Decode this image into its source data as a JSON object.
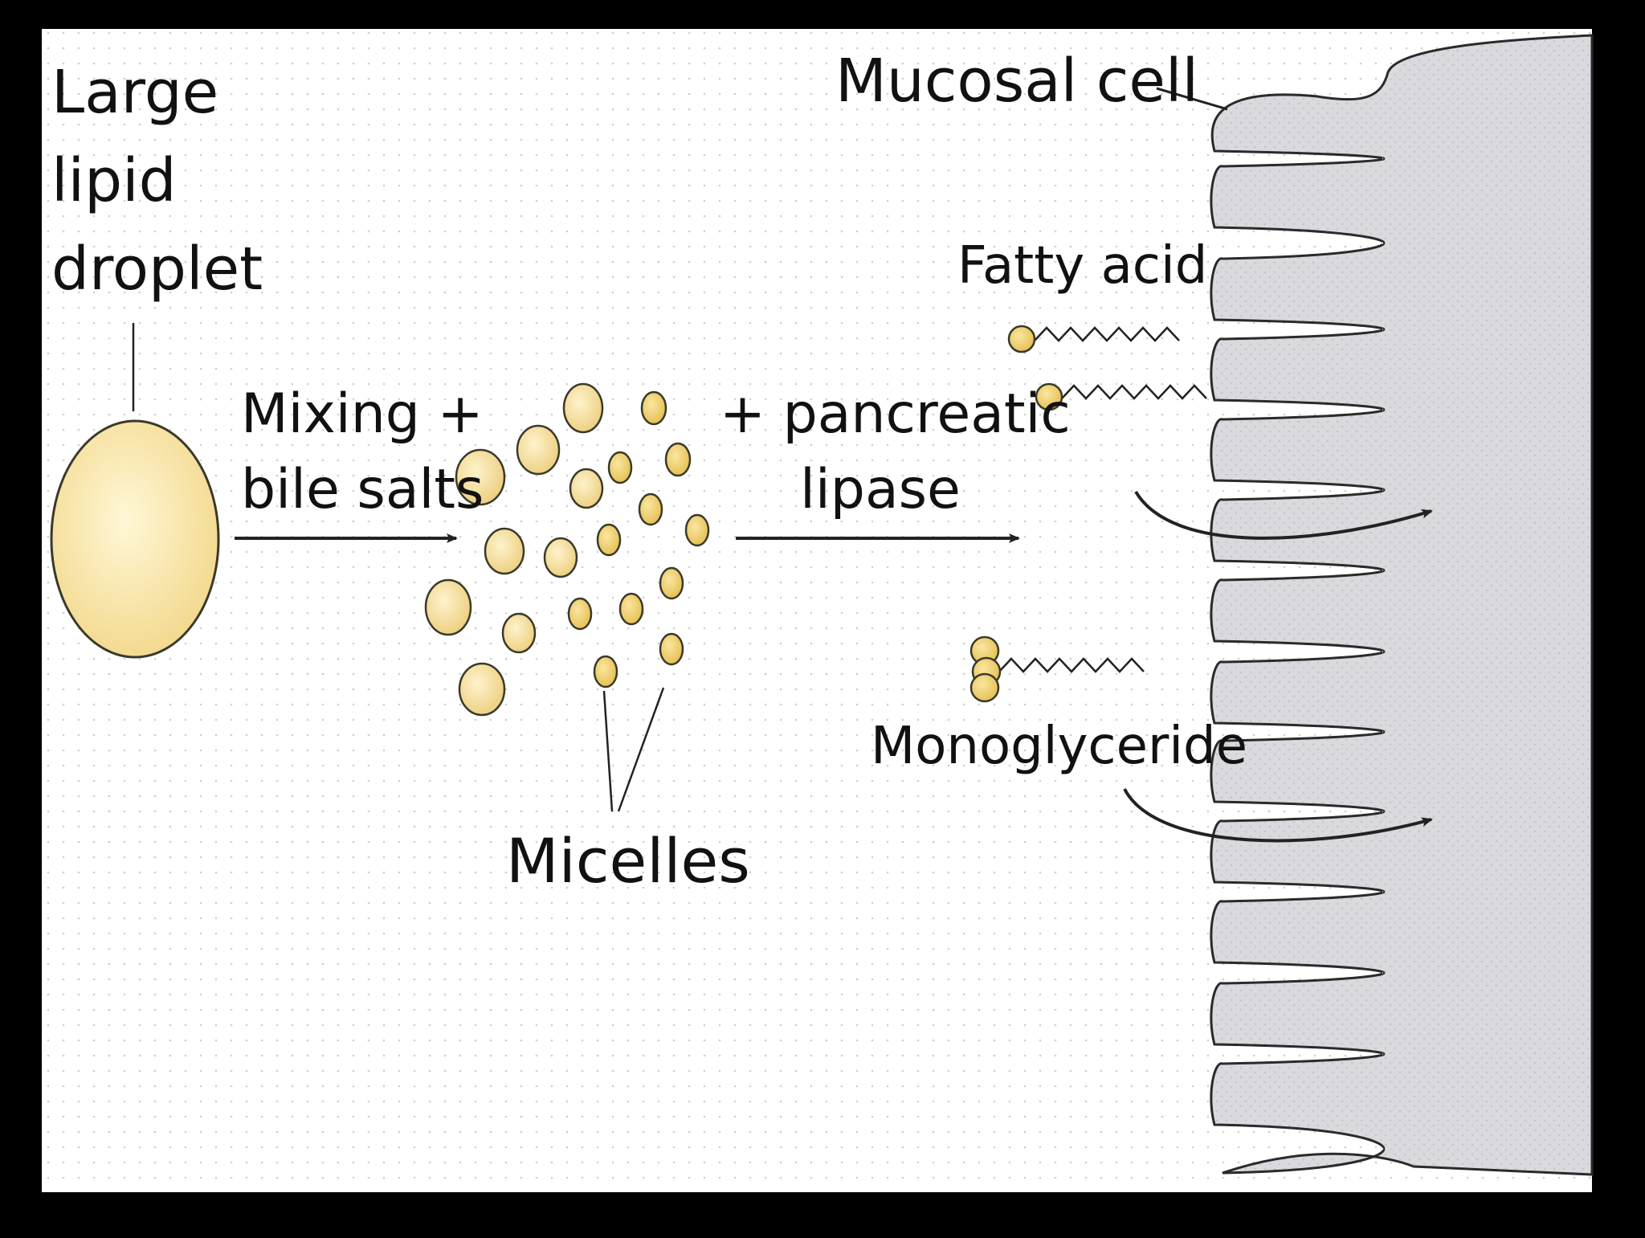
{
  "labels": {
    "large_lipid_droplet": [
      "Large",
      "lipid",
      "droplet"
    ],
    "mixing_bile_salts": [
      "Mixing +",
      "bile salts"
    ],
    "pancreatic_lipase": [
      "+ pancreatic",
      "lipase"
    ],
    "micelles": "Micelles",
    "mucosal_cell": "Mucosal cell",
    "fatty_acid": "Fatty acid",
    "monoglyceride": "Monoglyceride"
  },
  "colors": {
    "frame": "#000000",
    "panel": "#ffffff",
    "grid_dot": "#cfcfcf",
    "droplet_fill": "#f7e3a6",
    "droplet_stroke": "#3a3a2a",
    "small_micelle_fill": "#f2d27a",
    "cell_fill": "#d9d9de",
    "line": "#222222"
  },
  "icons": {
    "droplet": "circle-ellipse",
    "micelle": "small-circle",
    "fatty_acid": "head-with-zigzag-tail",
    "monoglyceride": "double-head-with-zigzag-tail",
    "flow_arrow": "arrow-right"
  }
}
